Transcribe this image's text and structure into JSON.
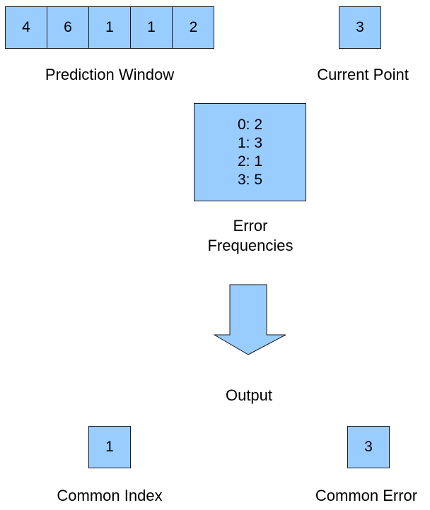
{
  "colors": {
    "box_fill": "#99ccff",
    "box_stroke": "#1a1a1a"
  },
  "prediction_window": {
    "values": [
      "4",
      "6",
      "1",
      "1",
      "2"
    ],
    "label": "Prediction Window"
  },
  "current_point": {
    "value": "3",
    "label": "Current Point"
  },
  "error_frequencies": {
    "lines": [
      "0: 2",
      "1: 3",
      "2: 1",
      "3: 5"
    ],
    "label_line1": "Error",
    "label_line2": "Frequencies"
  },
  "arrow": {
    "icon": "down-arrow-icon"
  },
  "output": {
    "label": "Output"
  },
  "common_index": {
    "value": "1",
    "label": "Common Index"
  },
  "common_error": {
    "value": "3",
    "label": "Common Error"
  }
}
